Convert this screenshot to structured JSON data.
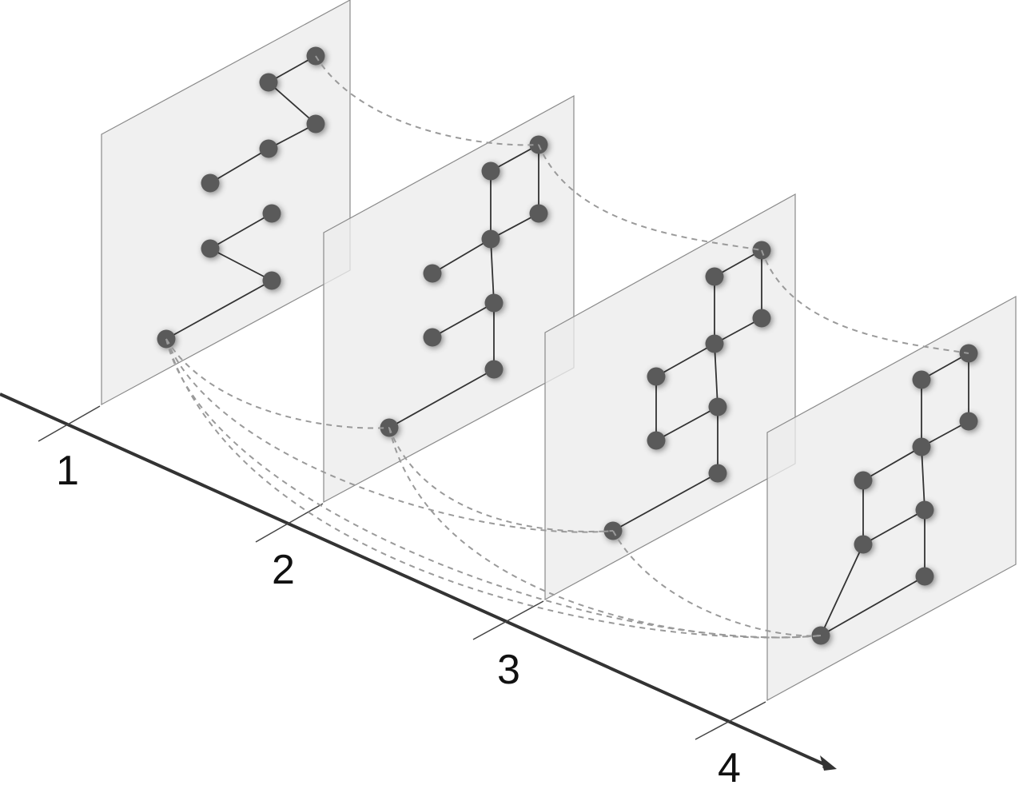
{
  "timeline": {
    "steps": [
      "1",
      "2",
      "3",
      "4"
    ]
  },
  "colors": {
    "axis": "#333333",
    "panel_fill": "#ececec",
    "panel_stroke": "#8a8a8a",
    "node": "#5a5a5a",
    "edge": "#333333",
    "link": "#9a9a9a"
  },
  "graphs": [
    {
      "label": "1",
      "nodes": [
        "n1",
        "n2",
        "n3",
        "n4",
        "n5",
        "n6",
        "n7",
        "n8",
        "n9"
      ],
      "edges": [
        [
          "n1",
          "n2"
        ],
        [
          "n2",
          "n3"
        ],
        [
          "n3",
          "n4"
        ],
        [
          "n4",
          "n5"
        ],
        [
          "n6",
          "n7"
        ],
        [
          "n7",
          "n8"
        ],
        [
          "n8",
          "n9"
        ]
      ]
    },
    {
      "label": "2",
      "nodes": [
        "n1",
        "n2",
        "n3",
        "n4",
        "n5",
        "n6",
        "n7",
        "n8",
        "n9"
      ],
      "edges": [
        [
          "n1",
          "n2"
        ],
        [
          "n1",
          "n3"
        ],
        [
          "n2",
          "n4"
        ],
        [
          "n3",
          "n4"
        ],
        [
          "n4",
          "n5"
        ],
        [
          "n4",
          "n6"
        ],
        [
          "n6",
          "n7"
        ],
        [
          "n6",
          "n8"
        ],
        [
          "n8",
          "n9"
        ]
      ]
    },
    {
      "label": "3",
      "nodes": [
        "n1",
        "n2",
        "n3",
        "n4",
        "n5",
        "n6",
        "n7",
        "n8",
        "n9"
      ],
      "edges": [
        [
          "n1",
          "n2"
        ],
        [
          "n1",
          "n3"
        ],
        [
          "n2",
          "n4"
        ],
        [
          "n3",
          "n4"
        ],
        [
          "n4",
          "n5"
        ],
        [
          "n4",
          "n6"
        ],
        [
          "n5",
          "n7"
        ],
        [
          "n6",
          "n7"
        ],
        [
          "n6",
          "n8"
        ],
        [
          "n8",
          "n9"
        ]
      ]
    },
    {
      "label": "4",
      "nodes": [
        "n1",
        "n2",
        "n3",
        "n4",
        "n5",
        "n6",
        "n7",
        "n8",
        "n9"
      ],
      "edges": [
        [
          "n1",
          "n2"
        ],
        [
          "n1",
          "n3"
        ],
        [
          "n2",
          "n4"
        ],
        [
          "n3",
          "n4"
        ],
        [
          "n4",
          "n5"
        ],
        [
          "n4",
          "n6"
        ],
        [
          "n5",
          "n7"
        ],
        [
          "n6",
          "n7"
        ],
        [
          "n6",
          "n8"
        ],
        [
          "n8",
          "n9"
        ],
        [
          "n7",
          "n9"
        ]
      ]
    }
  ]
}
